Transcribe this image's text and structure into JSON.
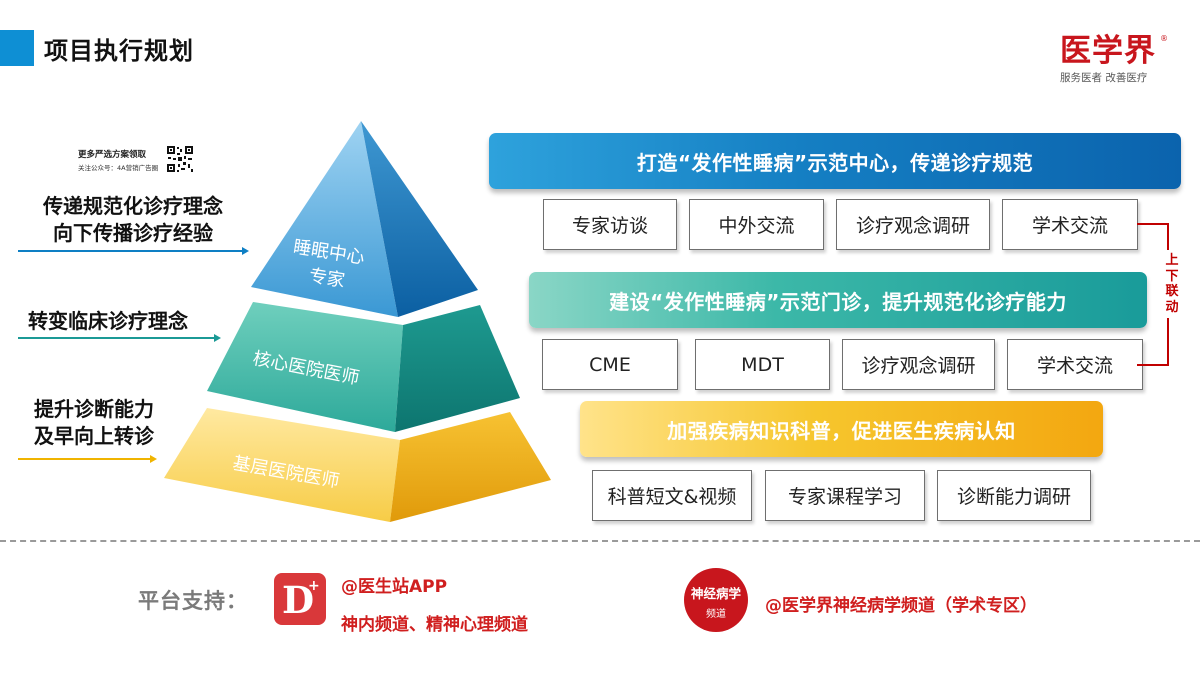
{
  "header": {
    "title": "项目执行规划"
  },
  "logo": {
    "name": "医学界",
    "registered": "®",
    "slogan": "服务医者 改善医疗"
  },
  "qr": {
    "line1": "更多严选方案领取",
    "line2": "关注公众号：4A营销广告圈"
  },
  "side_labels": {
    "top_line1": "传递规范化诊疗理念",
    "top_line2": "向下传播诊疗经验",
    "middle": "转变临床诊疗理念",
    "bottom_line1": "提升诊断能力",
    "bottom_line2": "及早向上转诊"
  },
  "pyramid": {
    "top_line1": "睡眠中心",
    "top_line2": "专家",
    "middle": "核心医院医师",
    "bottom": "基层医院医师"
  },
  "tiers": [
    {
      "banner": "打造“发作性睡病”示范中心，传递诊疗规范",
      "items": [
        "专家访谈",
        "中外交流",
        "诊疗观念调研",
        "学术交流"
      ]
    },
    {
      "banner": "建设“发作性睡病”示范门诊，提升规范化诊疗能力",
      "items": [
        "CME",
        "MDT",
        "诊疗观念调研",
        "学术交流"
      ]
    },
    {
      "banner": "加强疾病知识科普，促进医生疾病认知",
      "items": [
        "科普短文&视频",
        "专家课程学习",
        "诊断能力调研"
      ]
    }
  ],
  "linkage_label": "上下联动",
  "footer": {
    "platform_label": "平台支持：",
    "app_icon_letter": "D",
    "app_icon_plus": "+",
    "app_name": "@医生站APP",
    "app_channels": "神内频道、精神心理频道",
    "channel_icon_top": "神经病学",
    "channel_icon_bottom": "频道",
    "channel_name": "@医学界神经病学频道（学术专区）"
  },
  "colors": {
    "accent_blue": "#0e8fd4",
    "brand_red": "#c8161d",
    "tier1": "#157fc3",
    "tier2": "#2fb3a5",
    "tier3": "#f3b71a"
  }
}
